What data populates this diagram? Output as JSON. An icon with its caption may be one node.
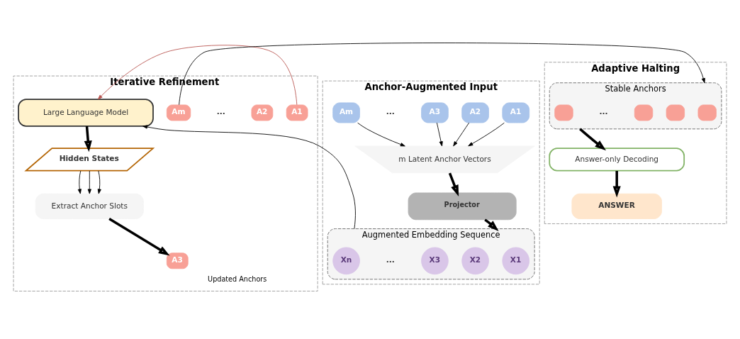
{
  "diagram": {
    "nodes": [
      {
        "text": [
          "Anchor-Augmented Input"
        ]
      },
      {
        "text": [
          "A1"
        ],
        "in": 0
      },
      {
        "text": [
          "A2"
        ],
        "in": 0
      },
      {
        "text": [
          "A3"
        ],
        "in": 0
      },
      {
        "text": [
          "Am"
        ],
        "in": 0
      },
      {
        "text": [
          "m Latent Anchor Vectors"
        ],
        "in": 0
      },
      {
        "text": [
          "Projector"
        ],
        "in": 0
      },
      {
        "text": [
          "Augmented Embedding Sequence"
        ],
        "in": 0
      },
      {
        "text": [
          "X1"
        ],
        "in": 7
      },
      {
        "text": [
          "X2"
        ],
        "in": 7
      },
      {
        "text": [
          "X3"
        ],
        "in": 7
      },
      {
        "text": [
          "Xn"
        ],
        "in": 7
      },
      {
        "text": [
          "Iterative Refinement"
        ]
      },
      {
        "text": [
          "Large Language Model"
        ],
        "in": 12
      },
      {
        "text": [
          "Hidden States"
        ],
        "in": 12
      },
      {
        "text": [
          "Extract Anchor Slots"
        ],
        "in": 12
      },
      {
        "text": [
          "A1"
        ],
        "in": 12
      },
      {
        "text": [
          "A2"
        ],
        "in": 12
      },
      {
        "text": [
          "A3"
        ],
        "in": 12
      },
      {
        "text": [
          "Am"
        ],
        "in": 12
      },
      {
        "text": [
          "Adaptive Halting"
        ]
      },
      {
        "text": [
          "Stable Anchors"
        ],
        "in": 20
      },
      {
        "text": [],
        "shape": "box",
        "in": 21
      },
      {
        "text": [],
        "shape": "box",
        "in": 21
      },
      {
        "text": [],
        "shape": "box",
        "in": 21
      },
      {
        "text": [],
        "shape": "box",
        "in": 21
      },
      {
        "text": [
          "Answer-only Decoding"
        ],
        "in": 20
      },
      {
        "text": [
          "ANSWER"
        ],
        "in": 20
      }
    ],
    "edges": [
      {
        "from": 1,
        "to": 5,
        "arrow": "to"
      },
      {
        "from": 2,
        "to": 5,
        "arrow": "to"
      },
      {
        "from": 3,
        "to": 5,
        "arrow": "to"
      },
      {
        "from": 4,
        "to": 5,
        "arrow": "to"
      },
      {
        "from": 5,
        "to": 6,
        "arrow": "to",
        "style": "thick"
      },
      {
        "from": 6,
        "to": 7,
        "arrow": "to",
        "style": "thick"
      },
      {
        "from": 7,
        "to": 13,
        "arrow": "to"
      },
      {
        "from": 13,
        "to": 14,
        "arrow": "to",
        "style": "thick"
      },
      {
        "from": 14,
        "to": 15,
        "arrow": "to"
      },
      {
        "from": 14,
        "to": 15,
        "arrow": "to"
      },
      {
        "from": 14,
        "to": 15,
        "arrow": "to"
      },
      {
        "from": 15,
        "to": 18,
        "arrow": "to",
        "style": "thick"
      },
      {
        "from": 16,
        "to": 13,
        "arrow": "to",
        "color": "#b85450"
      },
      {
        "from": 19,
        "to": 21,
        "arrow": "to"
      },
      {
        "from": 21,
        "to": 26,
        "arrow": "to",
        "style": "thick"
      },
      {
        "from": 26,
        "to": 27,
        "arrow": "to",
        "style": "thick"
      }
    ],
    "labels": [
      "...",
      "...",
      "...",
      "Updated Anchors",
      "..."
    ]
  }
}
